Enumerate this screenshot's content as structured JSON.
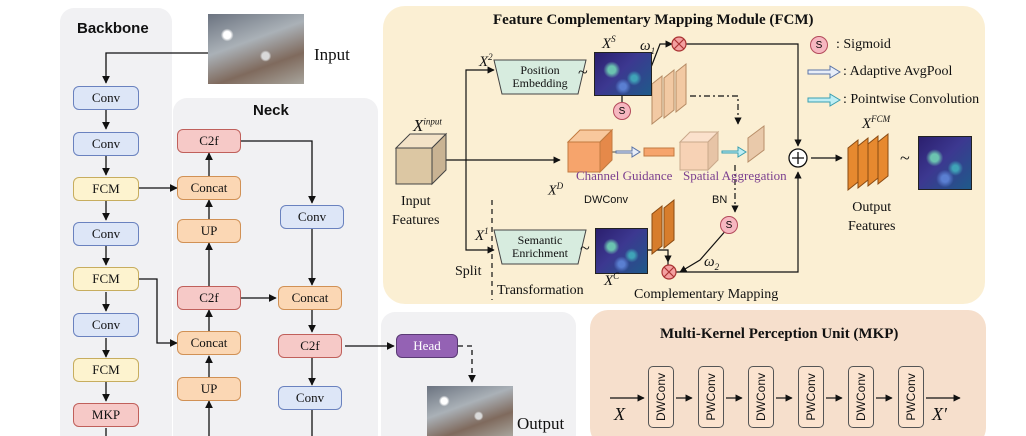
{
  "backbone": {
    "title": "Backbone",
    "input_label": "Input",
    "blocks": [
      "Conv",
      "Conv",
      "FCM",
      "Conv",
      "FCM",
      "Conv",
      "FCM",
      "MKP"
    ]
  },
  "neck": {
    "title": "Neck",
    "c2f_top": "C2f",
    "concat_1": "Concat",
    "up_1": "UP",
    "c2f_mid": "C2f",
    "concat_2": "Concat",
    "up_2": "UP",
    "conv_right": "Conv",
    "concat_right": "Concat",
    "c2f_right": "C2f",
    "conv_right_bottom": "Conv"
  },
  "head": {
    "label": "Head",
    "output_label": "Output"
  },
  "fcm": {
    "title": "Feature Complementary Mapping Module (FCM)",
    "input_symbol": "X",
    "input_sup": "input",
    "input_features": "Input\nFeatures",
    "x2_symbol": "X",
    "x2_sup": "2",
    "x1_symbol": "X",
    "x1_sup": "1",
    "position_embedding": "Position\nEmbedding",
    "semantic_enrichment": "Semantic\nEnrichment",
    "xs_symbol": "X",
    "xs_sup": "S",
    "xc_symbol": "X",
    "xc_sup": "C",
    "xd_symbol": "X",
    "xd_sup": "D",
    "omega1": "ω",
    "omega1_sub": "1",
    "omega2": "ω",
    "omega2_sub": "2",
    "tilde": "~",
    "channel_guidance": "Channel Guidance",
    "spatial_aggregation": "Spatial Aggregation",
    "dwconv": "DWConv",
    "bn": "BN",
    "s_letter": "S",
    "split": "Split",
    "transformation": "Transformation",
    "complementary_mapping": "Complementary Mapping",
    "xfcm_symbol": "X",
    "xfcm_sup": "FCM",
    "output_features": "Output\nFeatures",
    "legend_sigmoid": ": Sigmoid",
    "legend_avgpool": ": Adaptive AvgPool",
    "legend_pwconv": ": Pointwise Convolution",
    "colors": {
      "panel": "#fbefd3",
      "channel": "#f6a46c",
      "spatial": "#f7d2b5",
      "cyan_arrow": "#7fd6e3"
    }
  },
  "mkp": {
    "title": "Multi-Kernel Perception Unit (MKP)",
    "input_symbol": "X",
    "output_symbol": "X′",
    "blocks": [
      "DWConv",
      "PWConv",
      "DWConv",
      "PWConv",
      "DWConv",
      "PWConv"
    ]
  }
}
